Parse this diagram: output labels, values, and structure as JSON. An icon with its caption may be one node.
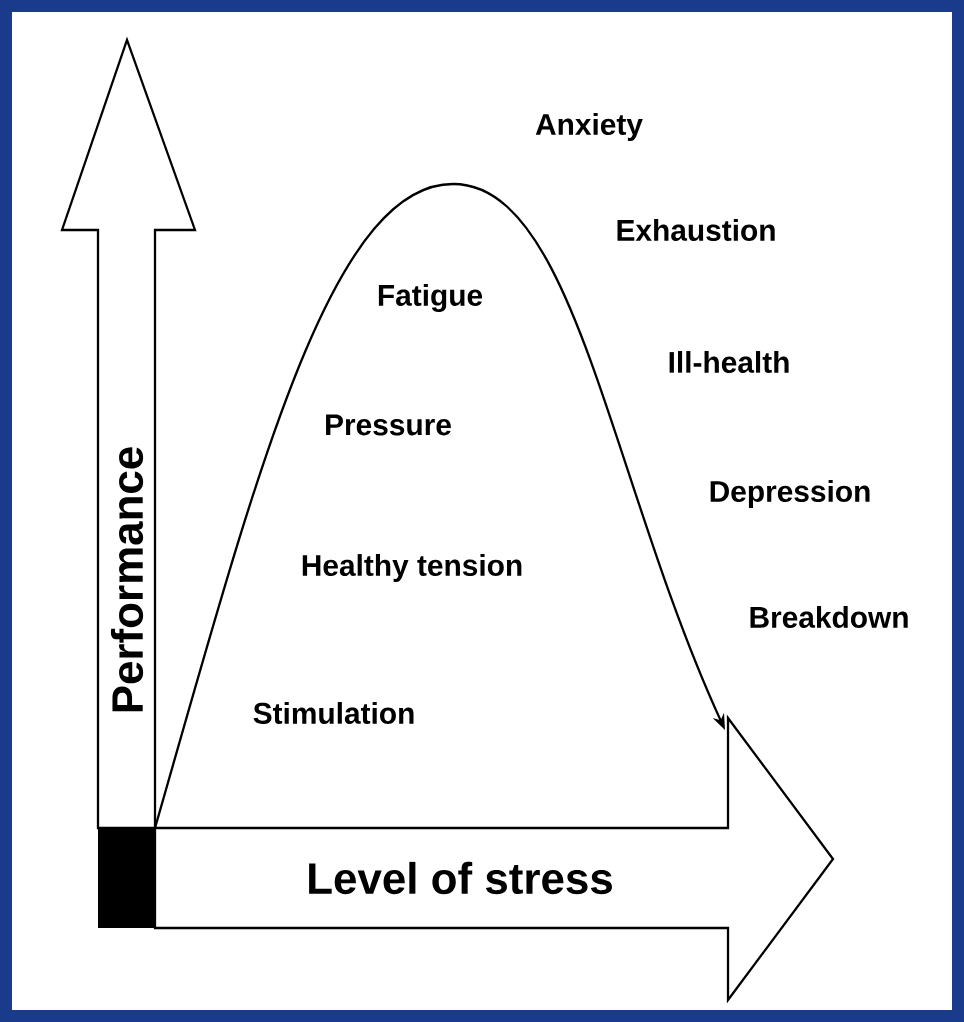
{
  "diagram": {
    "nodes": [
      {
        "text": [
          "Performance"
        ]
      },
      {
        "text": [
          "Level of stress"
        ]
      }
    ],
    "edges": [
      {
        "from": 0,
        "to": 1,
        "arrow": "to"
      }
    ],
    "labels": [
      "Anxiety",
      "Exhaustion",
      "Fatigue",
      "Ill-health",
      "Pressure",
      "Depression",
      "Healthy tension",
      "Breakdown",
      "Stimulation"
    ]
  }
}
